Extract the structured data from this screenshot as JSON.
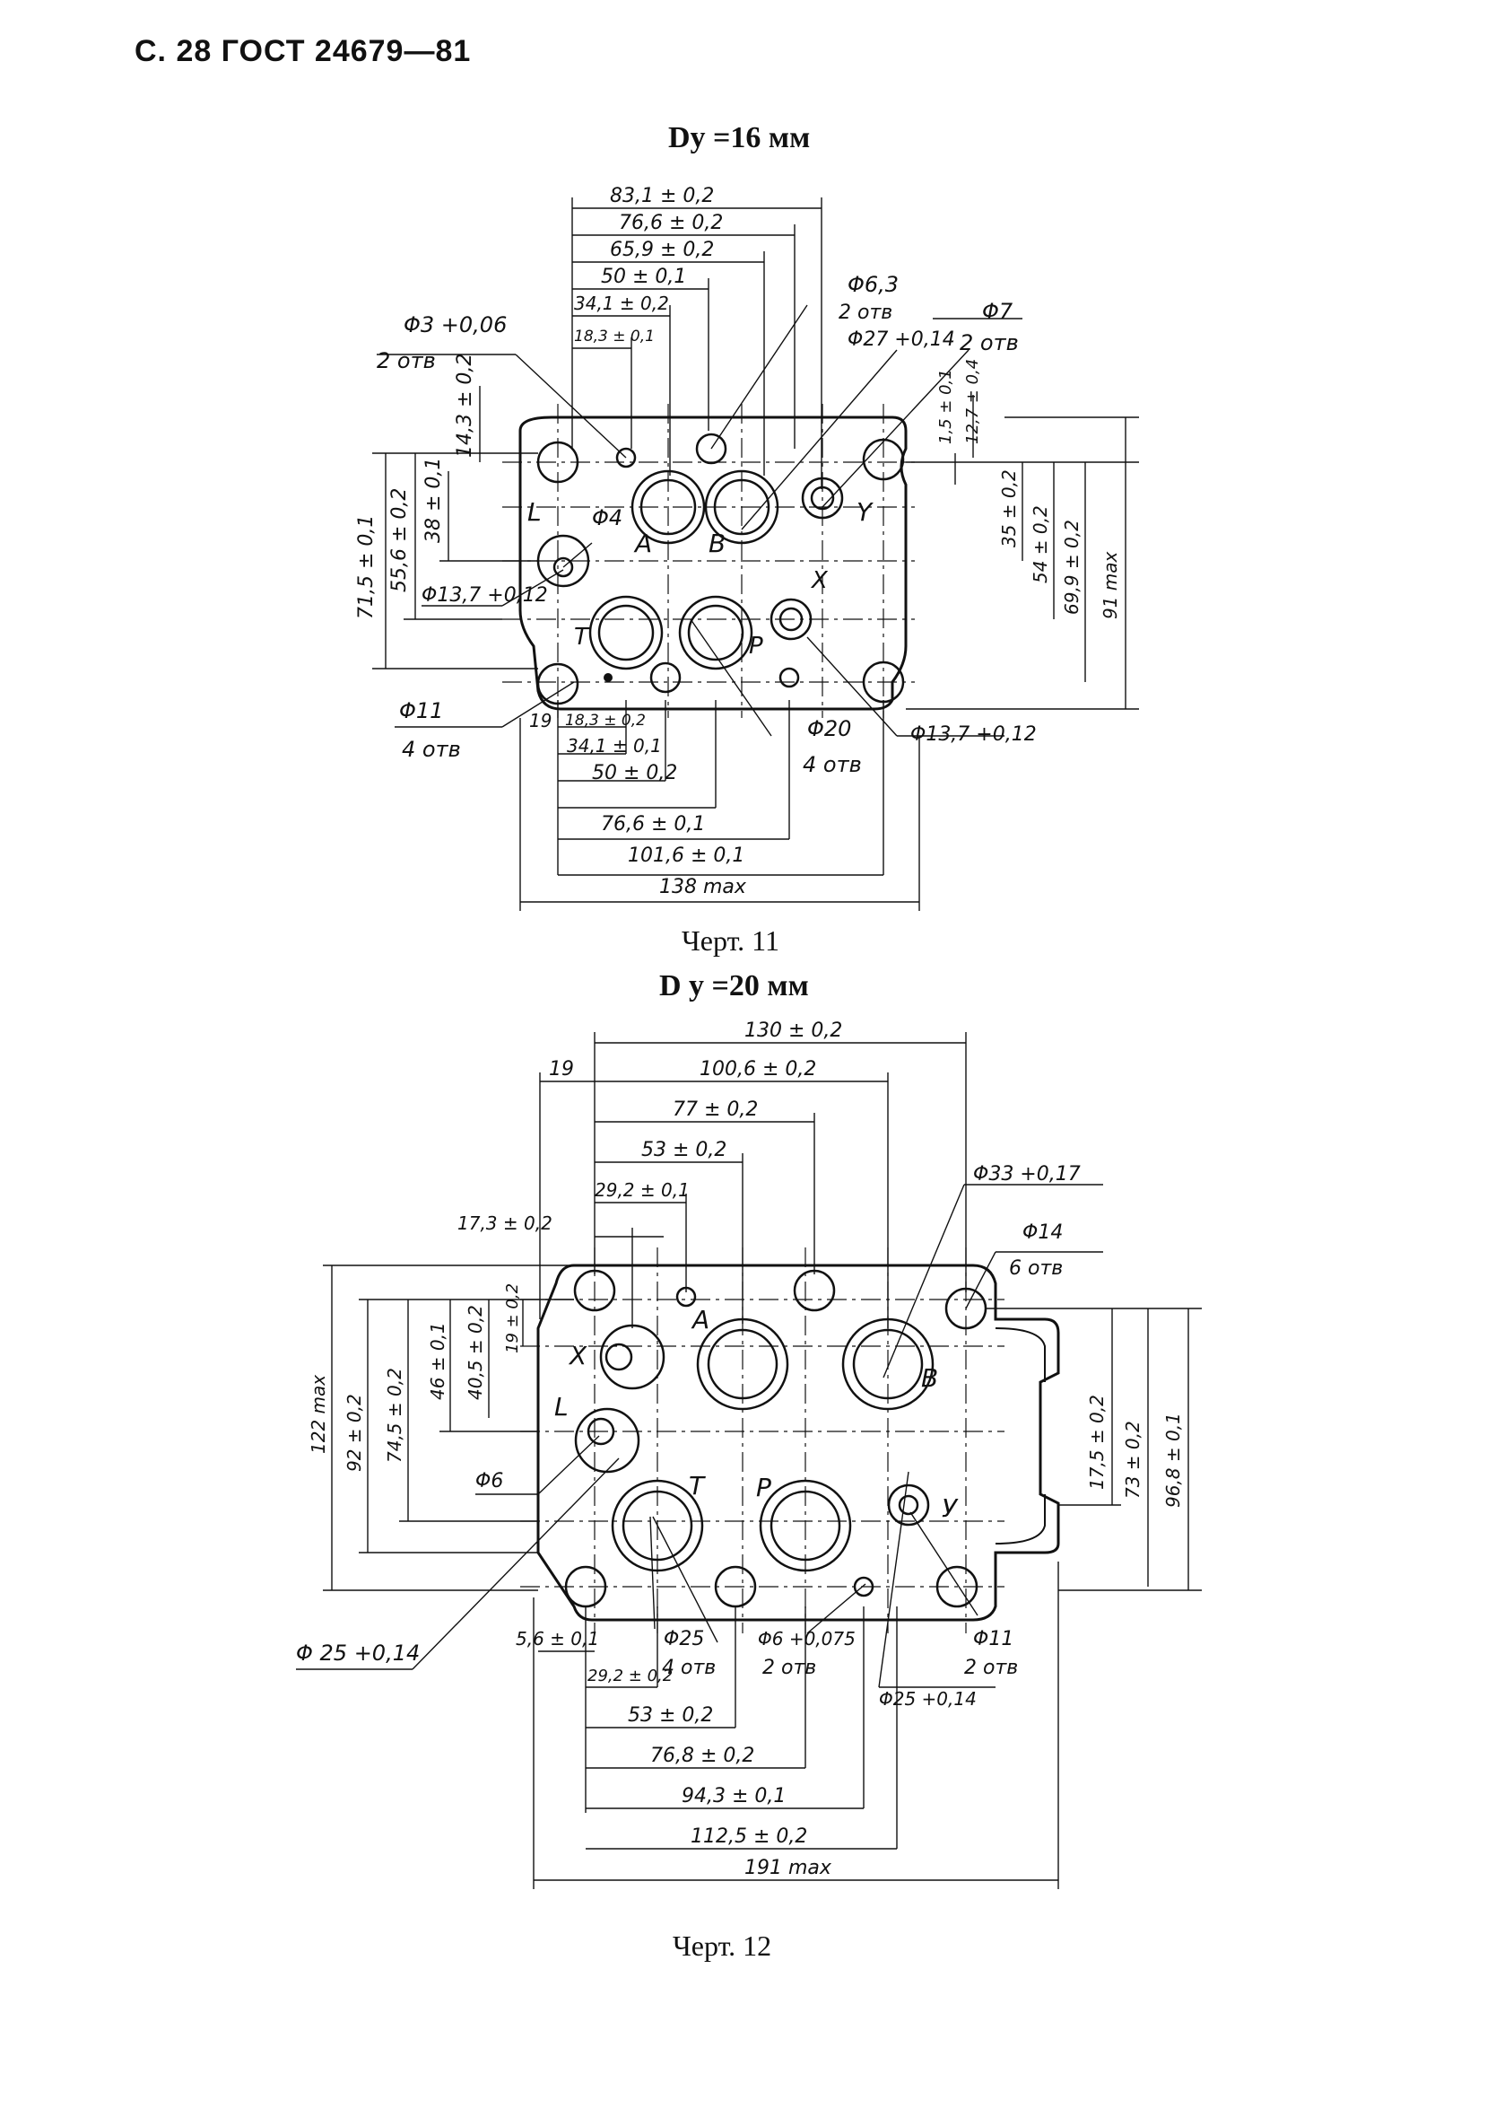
{
  "header": {
    "text": "С. 28 ГОСТ 24679—81"
  },
  "figure11": {
    "title": "Dу =16 мм",
    "caption": "Черт. 11",
    "port_labels": [
      "L",
      "A",
      "B",
      "Y",
      "X",
      "T",
      "P"
    ],
    "dims_top": [
      "83,1 ± 0,2",
      "76,6 ± 0,2",
      "65,9 ± 0,2",
      "50 ± 0,1",
      "34,1 ± 0,2",
      "18,3 ± 0,1"
    ],
    "dims_bottom": [
      "19",
      "18,3 ± 0,2",
      "34,1 ± 0,1",
      "50 ± 0,2",
      "76,6 ± 0,1",
      "101,6 ± 0,1",
      "138 max"
    ],
    "dims_left": [
      "71,5 ± 0,1",
      "55,6 ± 0,2",
      "38 ± 0,1",
      "14,3 ± 0,2"
    ],
    "dims_right": [
      "1,5 ± 0,1",
      "12,7 ± 0,4",
      "35 ± 0,2",
      "54 ± 0,2",
      "69,9 ± 0,2",
      "91 max"
    ],
    "callouts": {
      "d3": "Φ3 +0,06",
      "d3_qty": "2 отв",
      "d6": "Φ6,3",
      "d6_qty": "2 отв",
      "d27": "Φ27 +0,14",
      "d7": "Φ7",
      "d7_qty": "2 отв",
      "d4": "Φ4",
      "d137a": "Φ13,7 +0,12",
      "d11": "Φ11",
      "d11_qty": "4 отв",
      "d20": "Φ20",
      "d20_qty": "4 отв",
      "d137b": "Φ13,7 +0,12"
    }
  },
  "figure12": {
    "title": "D у =20 мм",
    "caption": "Черт. 12",
    "port_labels": [
      "A",
      "X",
      "B",
      "L",
      "T",
      "P",
      "У"
    ],
    "dims_top": [
      "130 ± 0,2",
      "19",
      "100,6 ± 0,2",
      "77 ± 0,2",
      "53 ± 0,2",
      "29,2 ± 0,1",
      "17,3 ± 0,2"
    ],
    "dims_bottom": [
      "5,6 ± 0,1",
      "29,2 ± 0,2",
      "53 ± 0,2",
      "76,8 ± 0,2",
      "94,3 ± 0,1",
      "112,5 ± 0,2",
      "191 max"
    ],
    "dims_left": [
      "122 max",
      "92 ± 0,2",
      "74,5 ± 0,2",
      "46 ± 0,1",
      "40,5 ± 0,2",
      "19 ± 0,2"
    ],
    "dims_right": [
      "17,5 ± 0,2",
      "73 ± 0,2",
      "96,8 ± 0,1"
    ],
    "callouts": {
      "d33": "Φ33 +0,17",
      "d14": "Φ14",
      "d14_qty": "6 отв",
      "d6": "Φ6",
      "d25a": "Φ 25 +0,14",
      "d25": "Φ25",
      "d25_qty": "4 отв",
      "d6b": "Φ6 +0,075",
      "d6b_qty": "2 отв",
      "d11": "Φ11",
      "d11_qty": "2 отв",
      "d25b": "Φ25 +0,14"
    }
  }
}
